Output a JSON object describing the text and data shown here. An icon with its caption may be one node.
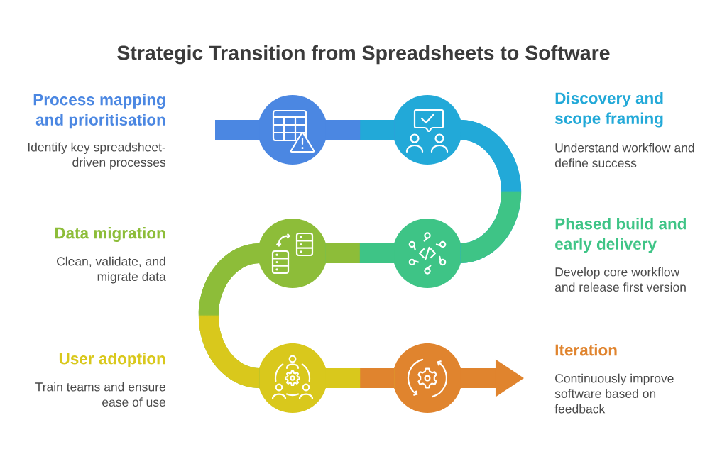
{
  "diagram": {
    "title": "Strategic Transition from Spreadsheets to Software",
    "nodes": [
      {
        "text": [],
        "shape": "circle",
        "beside": [
          "Process mapping and prioritisation",
          "Identify key spreadsheet-driven processes"
        ]
      },
      {
        "text": [],
        "shape": "circle",
        "beside": [
          "Discovery and scope framing",
          "Understand workflow and define success"
        ]
      },
      {
        "text": [],
        "shape": "circle",
        "beside": [
          "Phased build and early delivery",
          "Develop core workflow and release first version"
        ]
      },
      {
        "text": [],
        "shape": "circle",
        "beside": [
          "Data migration",
          "Clean, validate, and migrate data"
        ]
      },
      {
        "text": [],
        "shape": "circle",
        "beside": [
          "User adoption",
          "Train teams and ensure ease of use"
        ]
      },
      {
        "text": [],
        "shape": "circle",
        "beside": [
          "Iteration",
          "Continuously improve software based on feedback"
        ]
      }
    ],
    "edges": [
      {
        "from": null,
        "to": 0,
        "arrow": "none",
        "color": "#4b87e2"
      },
      {
        "from": 0,
        "to": 1,
        "arrow": "none",
        "color": "#4b87e2"
      },
      {
        "from": 1,
        "to": 2,
        "arrow": "none",
        "color": "#22a9d8"
      },
      {
        "from": 2,
        "to": 3,
        "arrow": "none",
        "color": "#3ec486"
      },
      {
        "from": 3,
        "to": 4,
        "arrow": "none",
        "color": "#8dbd39"
      },
      {
        "from": 4,
        "to": 5,
        "arrow": "none",
        "color": "#d9c81c"
      },
      {
        "from": 5,
        "to": null,
        "arrow": "to",
        "color": "#e0842e"
      }
    ]
  }
}
